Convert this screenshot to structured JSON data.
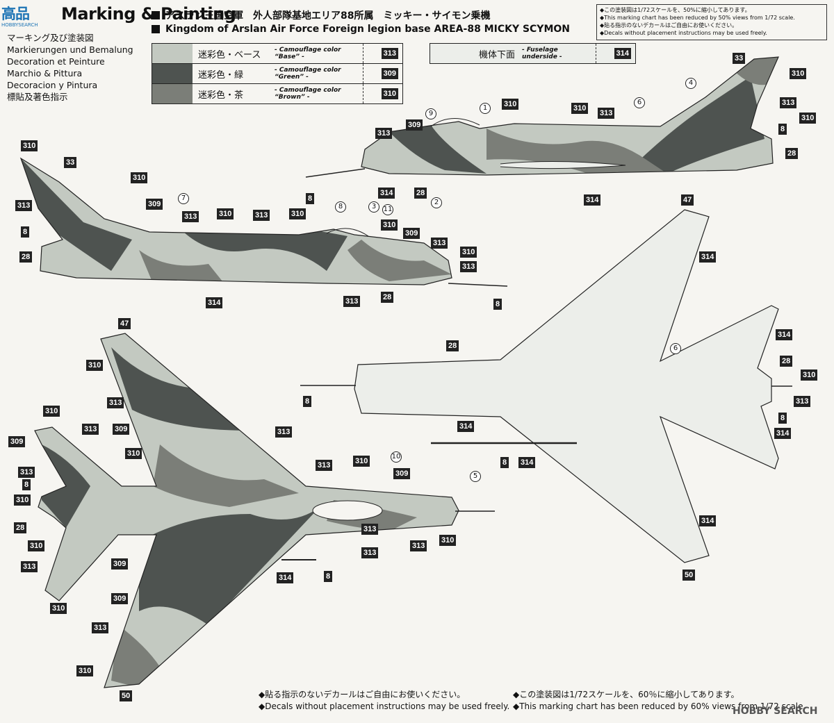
{
  "header": {
    "logo_text": "高品",
    "logo_sub": "HOBBYSEARCH",
    "title": "Marking & Painting",
    "languages": [
      "マーキング及び塗装図",
      "Markierungen und Bemalung",
      "Decoration et Peinture",
      "Marchio & Pittura",
      "Decoracion y Pintura",
      "標貼及著色指示"
    ],
    "line_jp": "アスラン王国空軍　外人部隊基地エリア88所属　ミッキー・サイモン乗機",
    "line_en": "Kingdom of Arslan Air Force Foreign legion base AREA-88 MICKY SCYMON"
  },
  "colors": {
    "base": "#c3c9c1",
    "green": "#4e5350",
    "brown": "#7b7e78",
    "underside": "#eceeea"
  },
  "color_table": [
    {
      "jp": "迷彩色・ベース",
      "en": "- Camouflage color “Base” -",
      "num": "313",
      "key": "base"
    },
    {
      "jp": "迷彩色・緑",
      "en": "- Camouflage color “Green” -",
      "num": "309",
      "key": "green"
    },
    {
      "jp": "迷彩色・茶",
      "en": "- Camouflage color “Brown” -",
      "num": "310",
      "key": "brown"
    }
  ],
  "underside_table": {
    "jp": "機体下面",
    "en": "- Fuselage underside -",
    "num": "314"
  },
  "note_top": [
    "◆この塗装図は1/72スケールを、50%に縮小してあります。",
    "◆This marking chart has been reduced by 50% views from 1/72 scale.",
    "◆貼る指示のないデカールはご自由にお使いください。",
    "◆Decals without placement instructions may be used freely."
  ],
  "note_bottom_left": [
    "◆貼る指示のないデカールはご自由にお使いください。",
    "◆Decals without placement instructions may be used freely."
  ],
  "note_bottom_right": [
    "◆この塗装図は1/72スケールを、60％に縮小してあります。",
    "◆This marking chart has been reduced by 60%  views from 1/72 scale."
  ],
  "watermark": "HOBBY SEARCH",
  "callouts": {
    "side_upper": [
      "313",
      "309",
      "310",
      "310",
      "313",
      "313",
      "310",
      "8",
      "28",
      "314",
      "28",
      "314",
      "8",
      "33",
      "310",
      "313",
      "310"
    ],
    "side_lower": [
      "310",
      "33",
      "313",
      "8",
      "28",
      "310",
      "309",
      "313",
      "310",
      "313",
      "310",
      "310",
      "309",
      "313",
      "310",
      "313",
      "314",
      "313",
      "28",
      "8"
    ],
    "top_view": [
      "47",
      "310",
      "313",
      "309",
      "313",
      "310",
      "313",
      "309",
      "313",
      "8",
      "310",
      "28",
      "310",
      "313",
      "309",
      "310",
      "310",
      "309",
      "313",
      "310",
      "313",
      "313",
      "313",
      "310",
      "313",
      "310",
      "50",
      "309",
      "314",
      "8"
    ],
    "bottom_view": [
      "47",
      "314",
      "28",
      "8",
      "314",
      "6",
      "314",
      "28",
      "310",
      "313",
      "8",
      "314",
      "8",
      "314",
      "314",
      "50"
    ]
  },
  "circled": [
    "1",
    "2",
    "3",
    "4",
    "5",
    "6",
    "7",
    "8",
    "9",
    "10",
    "11"
  ]
}
